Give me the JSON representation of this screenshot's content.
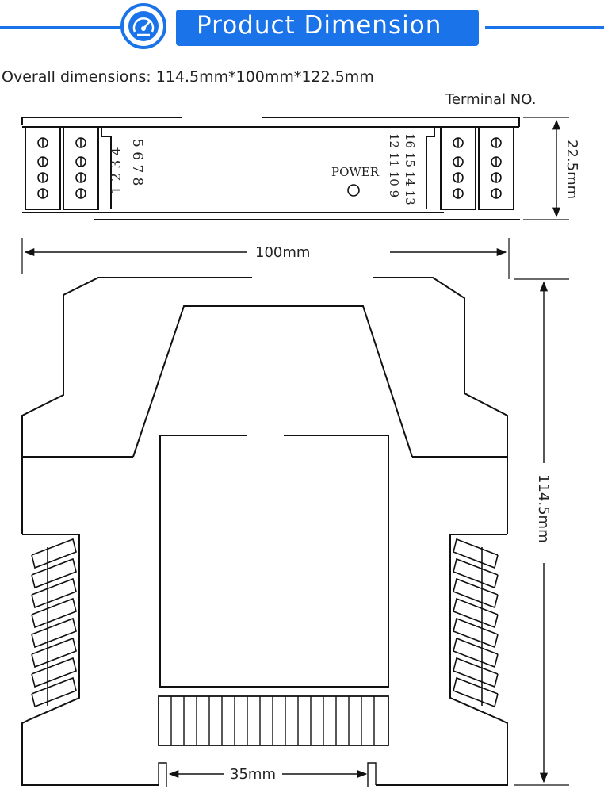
{
  "header": {
    "title": "Product Dimension",
    "icon": "gauge-icon",
    "accent_color": "#1a73e8"
  },
  "overall_dimensions": "Overall dimensions: 114.5mm*100mm*122.5mm",
  "top_view": {
    "terminal_label": "Terminal NO.",
    "terminals_left_top": "5 6 7 8",
    "terminals_left_bottom": "1 2 3 4",
    "terminals_right_top": "16 15 14 13",
    "terminals_right_bottom": "12 11 10 9",
    "power_label": "POWER",
    "depth_dimension": "22.5mm"
  },
  "front_view": {
    "width_dimension": "100mm",
    "height_dimension": "114.5mm",
    "rail_dimension": "35mm"
  }
}
